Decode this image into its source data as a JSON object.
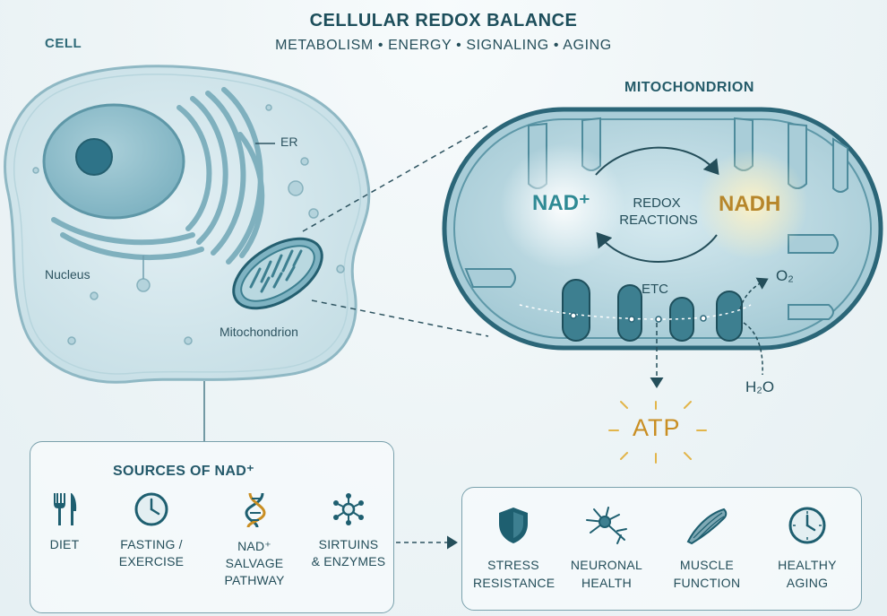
{
  "header": {
    "title": "CELLULAR REDOX BALANCE",
    "subtitle": "METABOLISM • ENERGY • SIGNALING • AGING"
  },
  "cell": {
    "title": "CELL",
    "er_label": "ER",
    "nucleus_label": "Nucleus",
    "mito_label": "Mitochondrion"
  },
  "mitochondrion": {
    "title": "MITOCHONDRION",
    "nad_label": "NAD⁺",
    "nadh_label": "NADH",
    "redox_line1": "REDOX",
    "redox_line2": "REACTIONS",
    "etc_label": "ETC",
    "o2_label": "O₂",
    "h2o_label": "H₂O",
    "atp_label": "ATP"
  },
  "sources": {
    "title": "SOURCES OF NAD⁺",
    "items": [
      {
        "icon": "fork-knife-icon",
        "lines": [
          "DIET"
        ]
      },
      {
        "icon": "clock-icon",
        "lines": [
          "FASTING /",
          "EXERCISE"
        ]
      },
      {
        "icon": "dna-icon",
        "lines": [
          "NAD⁺",
          "SALVAGE",
          "PATHWAY"
        ]
      },
      {
        "icon": "molecule-icon",
        "lines": [
          "SIRTUINS",
          "& ENZYMES"
        ]
      }
    ]
  },
  "benefits": {
    "items": [
      {
        "icon": "shield-icon",
        "lines": [
          "STRESS",
          "RESISTANCE"
        ]
      },
      {
        "icon": "neuron-icon",
        "lines": [
          "NEURONAL",
          "HEALTH"
        ]
      },
      {
        "icon": "muscle-icon",
        "lines": [
          "MUSCLE",
          "FUNCTION"
        ]
      },
      {
        "icon": "clock-icon",
        "lines": [
          "HEALTHY",
          "AGING"
        ]
      }
    ]
  },
  "colors": {
    "teal_dark": "#1e4f5c",
    "nad_color": "#2f8a94",
    "nadh_color": "#b7862a",
    "atp_color": "#c98e22"
  }
}
